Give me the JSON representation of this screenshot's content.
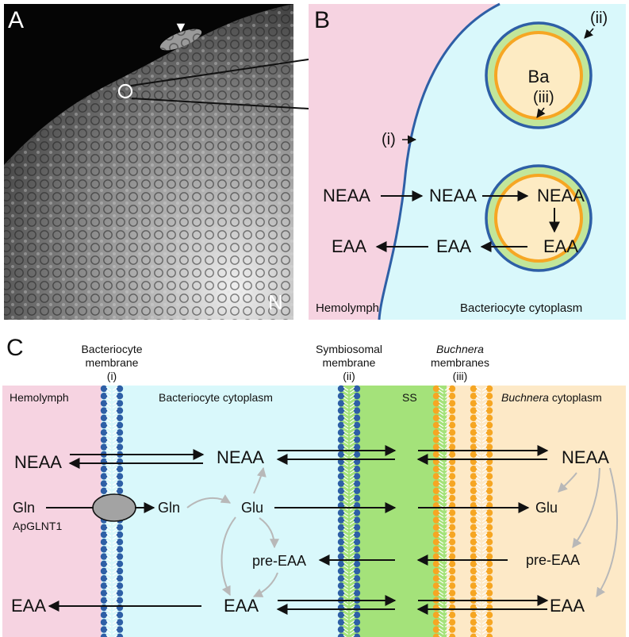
{
  "panel_a": {
    "letter": "A",
    "corner_label": "N",
    "marker": "▼"
  },
  "panel_b": {
    "letter": "B",
    "organelle_label": "Ba",
    "membrane_i": "(i)",
    "membrane_ii": "(ii)",
    "membrane_iii": "(iii)",
    "nutrients": {
      "neaa_hemolymph": "NEAA",
      "neaa_cytoplasm": "NEAA",
      "neaa_buchnera": "NEAA",
      "eaa_hemolymph": "EAA",
      "eaa_cytoplasm": "EAA",
      "eaa_buchnera": "EAA"
    },
    "region_hemolymph": "Hemolymph",
    "region_cytoplasm": "Bacteriocyte cytoplasm"
  },
  "panel_c": {
    "letter": "C",
    "header_bacteriocyte": [
      "Bacteriocyte",
      "membrane",
      "(i)"
    ],
    "header_symbiosomal": [
      "Symbiosomal",
      "membrane",
      "(ii)"
    ],
    "header_buchnera_italic": "Buchnera",
    "header_buchnera": [
      "membranes",
      "(iii)"
    ],
    "regions": {
      "hemolymph": "Hemolymph",
      "cytoplasm": "Bacteriocyte cytoplasm",
      "ss": "SS",
      "buchnera_italic": "Buchnera",
      "buchnera_rest": " cytoplasm"
    },
    "nodes": {
      "neaa_hemolymph": "NEAA",
      "neaa_cytoplasm": "NEAA",
      "neaa_buchnera": "NEAA",
      "gln_hemolymph": "Gln",
      "transporter": "ApGLNT1",
      "gln_cytoplasm": "Gln",
      "glu_cytoplasm": "Glu",
      "glu_buchnera": "Glu",
      "pre_eaa_cytoplasm": "pre-EAA",
      "pre_eaa_buchnera": "pre-EAA",
      "eaa_hemolymph": "EAA",
      "eaa_cytoplasm": "EAA",
      "eaa_buchnera": "EAA"
    }
  },
  "colors": {
    "hemolymph": "#f6d3e1",
    "cytoplasm": "#d9f8fb",
    "symbiosome": "#a4e27a",
    "buchnera": "#fde9c7",
    "membrane_blue": "#2e5fa6",
    "membrane_orange": "#f6a623",
    "organelle_outer": "#c2e69a",
    "organelle_core": "#fdebc3",
    "gray_arrow": "#b8b8b8"
  }
}
